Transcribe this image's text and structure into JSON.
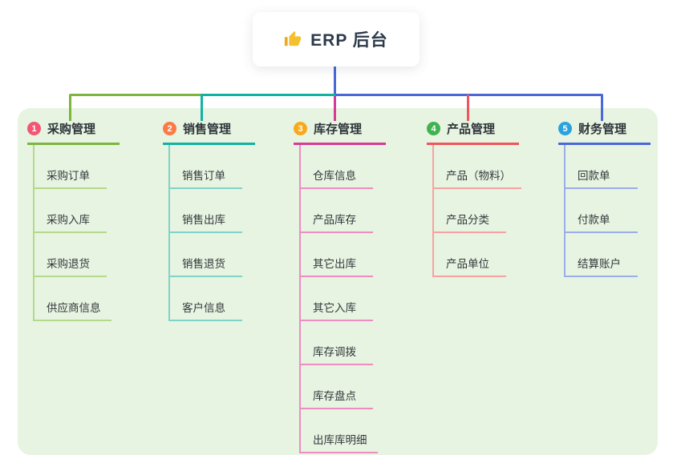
{
  "root": {
    "title": "ERP 后台",
    "icon": "thumbs-up-icon"
  },
  "palette": {
    "root_line_blue": "#4a68d8",
    "panel_bg": "#e7f4e1",
    "icon_yellow": "#f5c02e",
    "icon_yellow_dark": "#eba823",
    "text_dark": "#33383d"
  },
  "branches": [
    {
      "badge": "1",
      "title": "采购管理",
      "color": "#7cb63e",
      "light_color": "#b4d98c",
      "badge_color": "#f25672",
      "items": [
        "采购订单",
        "采购入库",
        "采购退货",
        "供应商信息"
      ]
    },
    {
      "badge": "2",
      "title": "销售管理",
      "color": "#12b2a2",
      "light_color": "#82d3c7",
      "badge_color": "#f97b45",
      "items": [
        "销售订单",
        "销售出库",
        "销售退货",
        "客户信息"
      ]
    },
    {
      "badge": "3",
      "title": "库存管理",
      "color": "#d63b95",
      "light_color": "#ef8cc2",
      "badge_color": "#f7a919",
      "items": [
        "仓库信息",
        "产品库存",
        "其它出库",
        "其它入库",
        "库存调拨",
        "库存盘点",
        "出库库明细"
      ]
    },
    {
      "badge": "4",
      "title": "产品管理",
      "color": "#f0545c",
      "light_color": "#f7a2a2",
      "badge_color": "#3eb34f",
      "items": [
        "产品（物料）",
        "产品分类",
        "产品单位"
      ]
    },
    {
      "badge": "5",
      "title": "财务管理",
      "color": "#4a68d8",
      "light_color": "#9caee8",
      "badge_color": "#2aa2de",
      "items": [
        "回款单",
        "付款单",
        "结算账户"
      ]
    }
  ]
}
